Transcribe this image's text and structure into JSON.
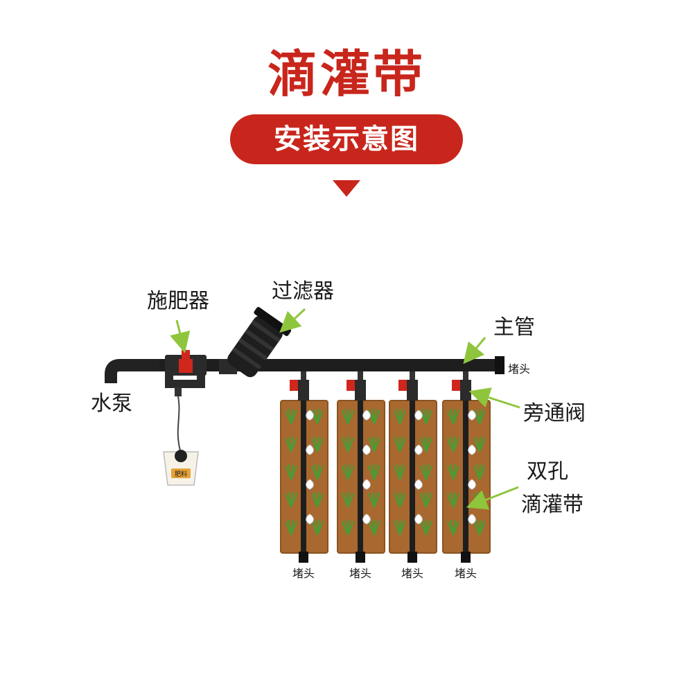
{
  "header": {
    "title": "滴灌带",
    "subtitle": "安装示意图"
  },
  "labels": {
    "fertilizer_injector": "施肥器",
    "filter": "过滤器",
    "main_pipe": "主管",
    "end_cap": "堵头",
    "water_pump": "水泵",
    "bypass_valve": "旁通阀",
    "drip_tape_line1": "双孔",
    "drip_tape_line2": "滴灌带",
    "bucket_label": "肥料",
    "bottom_caps": [
      "堵头",
      "堵头",
      "堵头",
      "堵头"
    ]
  },
  "colors": {
    "accent_red": "#c8261c",
    "pointer_green": "#8fc53d",
    "pipe": "#222222",
    "soil": "#a8682f",
    "plant": "#4e9a34"
  }
}
